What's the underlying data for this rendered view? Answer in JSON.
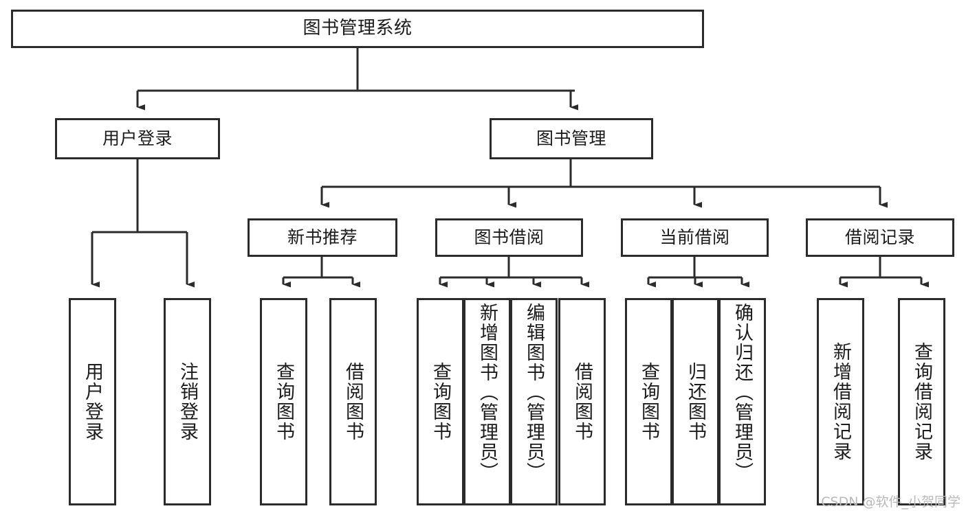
{
  "diagram": {
    "type": "tree",
    "title": "图书管理系统",
    "orientation": "top-down",
    "levels": 4,
    "root": {
      "label": "图书管理系统"
    },
    "level2": [
      {
        "label": "用户登录"
      },
      {
        "label": "图书管理"
      }
    ],
    "level3": [
      {
        "label": "新书推荐"
      },
      {
        "label": "图书借阅"
      },
      {
        "label": "当前借阅"
      },
      {
        "label": "借阅记录"
      }
    ],
    "leaves": {
      "user_login": [
        {
          "label": "用户登录"
        },
        {
          "label": "注销登录"
        }
      ],
      "new_book_recommend": [
        {
          "label": "查询图书"
        },
        {
          "label": "借阅图书"
        }
      ],
      "book_borrow": [
        {
          "label": "查询图书"
        },
        {
          "label": "新增图书（管理员）"
        },
        {
          "label": "编辑图书（管理员）"
        },
        {
          "label": "借阅图书"
        }
      ],
      "current_borrow": [
        {
          "label": "查询图书"
        },
        {
          "label": "归还图书"
        },
        {
          "label": "确认归还（管理员）"
        }
      ],
      "borrow_record": [
        {
          "label": "新增借阅记录"
        },
        {
          "label": "查询借阅记录"
        }
      ]
    }
  },
  "watermark": {
    "text": "CSDN @软件_小贺同学"
  },
  "colors": {
    "border": "#2b2b2b",
    "text": "#1b1b1b",
    "background": "#ffffff",
    "connector": "#2b2b2b",
    "watermark": "#b9b9b9"
  }
}
